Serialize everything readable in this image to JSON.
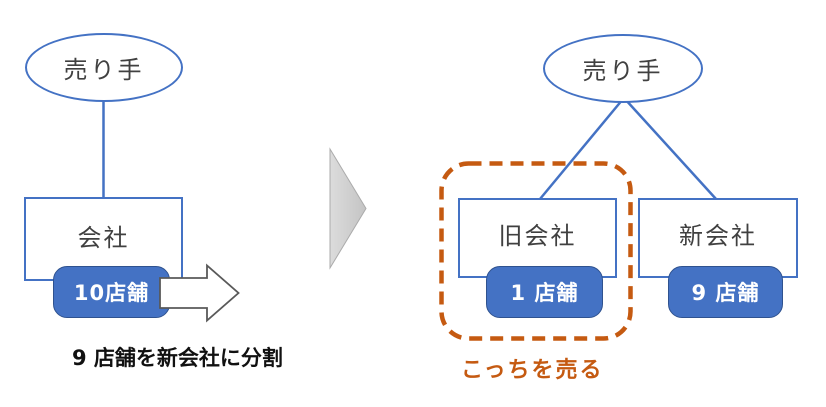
{
  "diagram_title": "company-split-before-after",
  "colors": {
    "shape_stroke_blue": "#4472C4",
    "badge_fill_blue": "#4472C4",
    "badge_border_blue": "#2F528F",
    "highlight_orange": "#C55A11",
    "transition_triangle_gray": "#D2D2D2",
    "arrow_outline_gray": "#595959",
    "label_text": "#404040",
    "caption_text": "#111111"
  },
  "before": {
    "seller": "売り手",
    "company": "会社",
    "stores_badge": "10店舗",
    "caption": "9 店舗を新会社に分割"
  },
  "after": {
    "seller": "売り手",
    "old_company": "旧会社",
    "old_company_badge": "1 店舗",
    "new_company": "新会社",
    "new_company_badge": "9 店舗",
    "highlight_caption": "こっちを売る"
  }
}
